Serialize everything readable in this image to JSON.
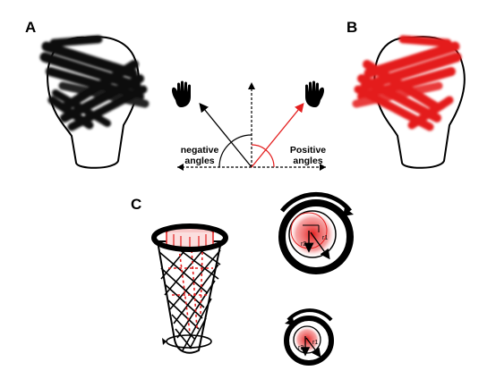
{
  "panels": {
    "a": {
      "label": "A"
    },
    "b": {
      "label": "B"
    },
    "c": {
      "label": "C"
    }
  },
  "angles": {
    "negative": {
      "line1": "negative",
      "line2": "angles"
    },
    "positive": {
      "line1": "Positive",
      "line2": "angles"
    }
  },
  "radius_labels": {
    "r1": "r1",
    "r2": "r2"
  },
  "colors": {
    "negative": "#000000",
    "positive": "#e41f1f",
    "ink": "#000000",
    "accent_red": "#e41f1f"
  },
  "icons": [
    "hand-icon",
    "hand-icon",
    "rotation-arrow-icon"
  ]
}
